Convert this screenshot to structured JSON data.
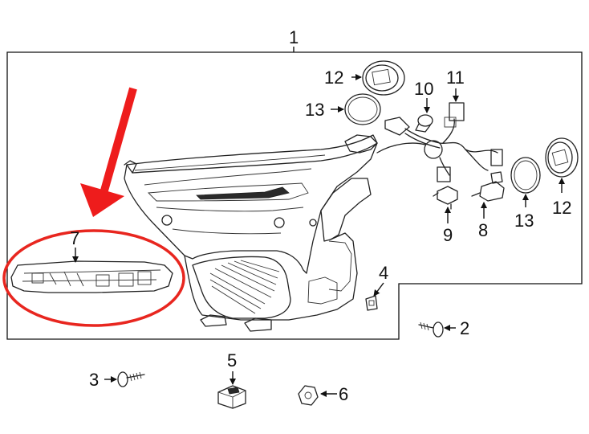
{
  "callouts": {
    "c1": "1",
    "c2": "2",
    "c3": "3",
    "c4": "4",
    "c5": "5",
    "c6": "6",
    "c7": "7",
    "c8": "8",
    "c9": "9",
    "c10": "10",
    "c11": "11",
    "c12a": "12",
    "c12b": "12",
    "c13a": "13",
    "c13b": "13"
  },
  "highlight": {
    "arrow_color": "#ee1c1c",
    "circle_color": "#e8261f"
  }
}
